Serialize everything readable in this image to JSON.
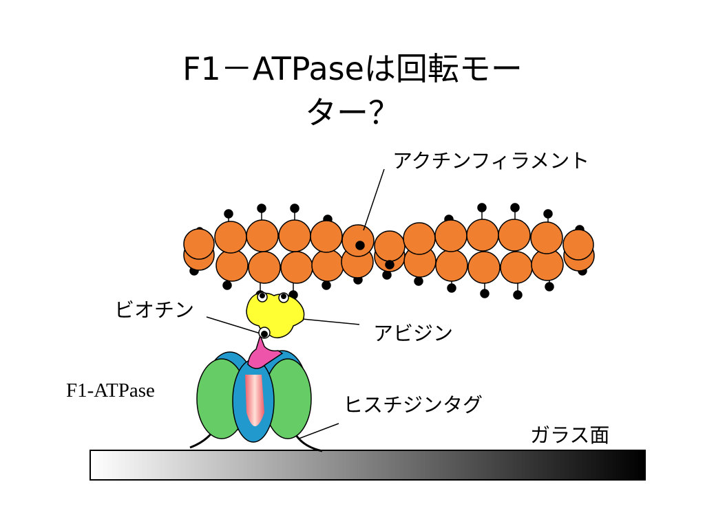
{
  "slide": {
    "title_line1": "F1－ATPaseは回転モー",
    "title_line2": "ター？"
  },
  "labels": {
    "actin": "アクチンフィラメント",
    "biotin": "ビオチン",
    "avidin": "アビジン",
    "f1atpase": "F1-ATPase",
    "histag": "ヒスチジンタグ",
    "glass": "ガラス面"
  },
  "colors": {
    "actin_bead": "#f08030",
    "avidin": "#ffff33",
    "alpha_subunit": "#66cc66",
    "beta_subunit": "#2299cc",
    "gamma_subunit": "#f07070",
    "delta_pink": "#ee55aa"
  }
}
